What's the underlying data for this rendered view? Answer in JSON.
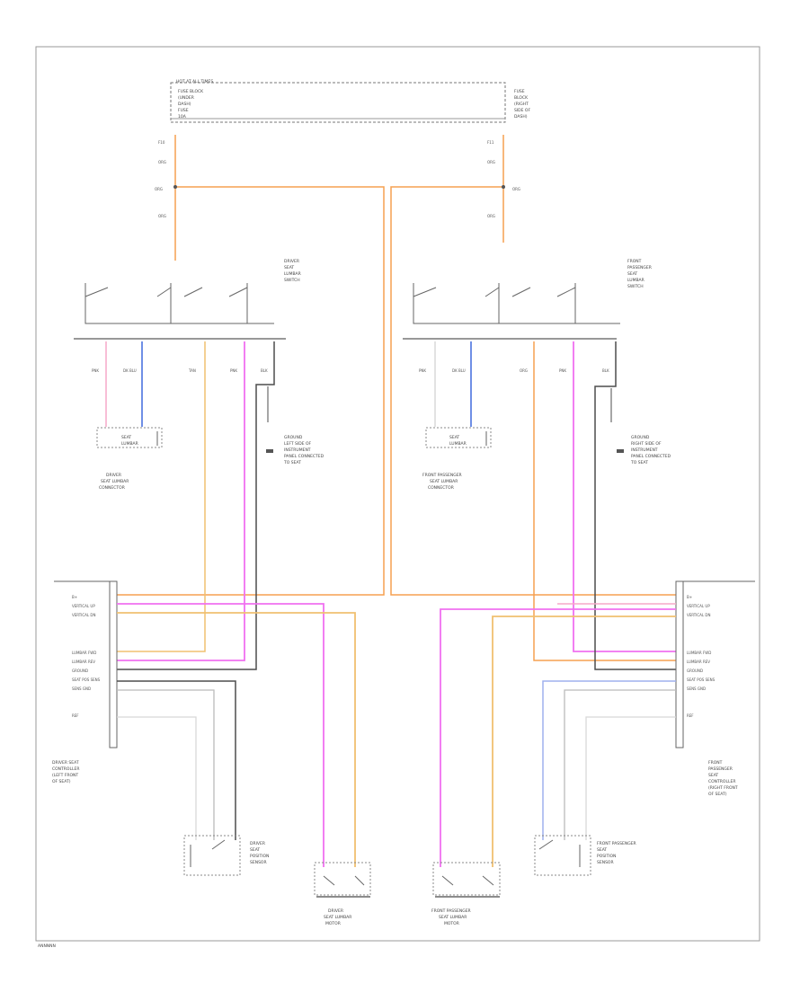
{
  "colors": {
    "orange": "#f5a050",
    "pink": "#f070f0",
    "light_pink": "#f6a9c8",
    "tan": "#f0c070",
    "blue": "#6f8fe6",
    "light_blue": "#9fb0ee",
    "black": "#4d4d4d",
    "white": "#d8d8d8"
  },
  "footer_code": "ANNNNN",
  "fuse_block": {
    "title": "HOT AT ALL TIMES",
    "lines": [
      "FUSE BLOCK",
      "(UNDER",
      "DASH)",
      "FUSE",
      "10A"
    ],
    "side_lines": [
      "FUSE",
      "BLOCK",
      "(RIGHT",
      "SIDE OF",
      "DASH)"
    ]
  },
  "driver_switch": {
    "lines": [
      "DRIVER",
      "SEAT",
      "LUMBAR",
      "SWITCH"
    ]
  },
  "pass_switch": {
    "lines": [
      "FRONT",
      "PASSENGER",
      "SEAT",
      "LUMBAR",
      "SWITCH"
    ]
  },
  "wire_labels": {
    "fuse_left": [
      "F10",
      "ORG",
      "ORG",
      "ORG"
    ],
    "fuse_right": [
      "F11",
      "ORG",
      "ORG",
      "ORG"
    ],
    "driver_wires": [
      "PNK",
      "DK BLU",
      "TAN",
      "PNK",
      "BLK"
    ],
    "pass_wires": [
      "PNK",
      "DK BLU",
      "ORG",
      "PNK",
      "BLK"
    ]
  },
  "driver_ground_note": [
    "GROUND",
    "LEFT SIDE OF",
    "INSTRUMENT",
    "PANEL CONNECTED",
    "TO SEAT"
  ],
  "pass_ground_note": [
    "GROUND",
    "RIGHT SIDE OF",
    "INSTRUMENT",
    "PANEL CONNECTED",
    "TO SEAT"
  ],
  "driver_relay": {
    "lines": [
      "SEAT",
      "LUMBAR"
    ],
    "caption": [
      "DRIVER",
      "SEAT LUMBAR",
      "CONNECTOR"
    ]
  },
  "pass_relay": {
    "lines": [
      "SEAT",
      "LUMBAR"
    ],
    "caption": [
      "FRONT PASSENGER",
      "SEAT LUMBAR",
      "CONNECTOR"
    ]
  },
  "left_module": {
    "pins": [
      "B+",
      "VERTICAL UP",
      "VERTICAL DN",
      "LUMBAR FWD",
      "LUMBAR REV",
      "GROUND",
      "SEAT POS SENS",
      "SENS GND",
      "REF"
    ],
    "label": [
      "DRIVER SEAT",
      "CONTROLLER",
      "(LEFT FRONT",
      "OF SEAT)"
    ]
  },
  "right_module": {
    "pins": [
      "B+",
      "VERTICAL UP",
      "VERTICAL DN",
      "LUMBAR FWD",
      "LUMBAR REV",
      "GROUND",
      "SEAT POS SENS",
      "SENS GND",
      "REF"
    ],
    "label": [
      "FRONT",
      "PASSENGER",
      "SEAT",
      "CONTROLLER",
      "(RIGHT FRONT",
      "OF SEAT)"
    ]
  },
  "driver_sensor": {
    "lines": [
      "DRIVER",
      "SEAT",
      "POSITION",
      "SENSOR"
    ]
  },
  "pass_sensor": {
    "lines": [
      "FRONT PASSENGER",
      "SEAT",
      "POSITION",
      "SENSOR"
    ]
  },
  "driver_motor": {
    "caption": [
      "DRIVER",
      "SEAT LUMBAR",
      "MOTOR"
    ]
  },
  "pass_motor": {
    "caption": [
      "FRONT PASSENGER",
      "SEAT LUMBAR",
      "MOTOR"
    ]
  }
}
